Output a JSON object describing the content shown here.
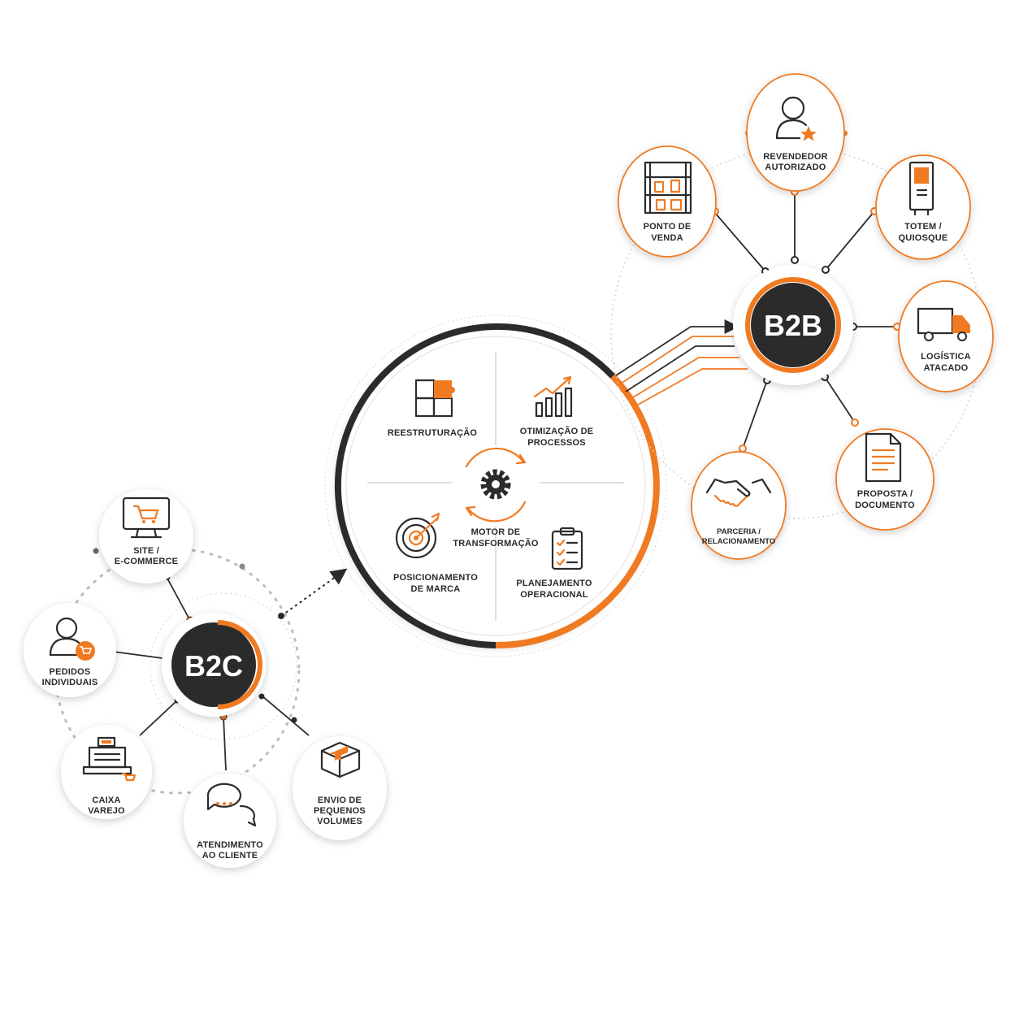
{
  "colors": {
    "accent": "#f07a22",
    "dark": "#2b2b2b",
    "ring": "#d9d9d9"
  },
  "b2c": {
    "hub_label": "B2C",
    "nodes": [
      {
        "line1": "SITE /",
        "line2": "E-COMMERCE",
        "icon": "monitor-cart-icon"
      },
      {
        "line1": "PEDIDOS",
        "line2": "INDIVIDUAIS",
        "icon": "user-cart-icon"
      },
      {
        "line1": "CAIXA",
        "line2": "VAREJO",
        "icon": "cash-register-icon"
      },
      {
        "line1": "ATENDIMENTO",
        "line2": "AO CLIENTE",
        "icon": "chat-bubbles-icon"
      },
      {
        "line1": "ENVIO DE",
        "line2": "PEQUENOS",
        "line3": "VOLUMES",
        "icon": "package-icon"
      }
    ]
  },
  "engine": {
    "center_line1": "MOTOR DE",
    "center_line2": "TRANSFORMAÇÃO",
    "center_icon": "gear-cycle-icon",
    "quadrants": [
      {
        "line1": "REESTRUTURAÇÃO",
        "line2": "",
        "icon": "puzzle-icon"
      },
      {
        "line1": "OTIMIZAÇÃO DE",
        "line2": "PROCESSOS",
        "icon": "growth-chart-icon"
      },
      {
        "line1": "POSICIONAMENTO",
        "line2": "DE MARCA",
        "icon": "target-icon"
      },
      {
        "line1": "PLANEJAMENTO",
        "line2": "OPERACIONAL",
        "icon": "checklist-icon"
      }
    ]
  },
  "b2b": {
    "hub_label": "B2B",
    "nodes": [
      {
        "line1": "REVENDEDOR",
        "line2": "AUTORIZADO",
        "icon": "user-star-icon"
      },
      {
        "line1": "PONTO DE",
        "line2": "VENDA",
        "icon": "shelf-icon"
      },
      {
        "line1": "TOTEM /",
        "line2": "QUIOSQUE",
        "icon": "kiosk-icon"
      },
      {
        "line1": "LOGÍSTICA",
        "line2": "ATACADO",
        "icon": "truck-icon"
      },
      {
        "line1": "PROPOSTA /",
        "line2": "DOCUMENTO",
        "icon": "document-icon"
      },
      {
        "line1": "PARCERIA /",
        "line2": "RELACIONAMENTO",
        "icon": "handshake-icon"
      }
    ]
  }
}
